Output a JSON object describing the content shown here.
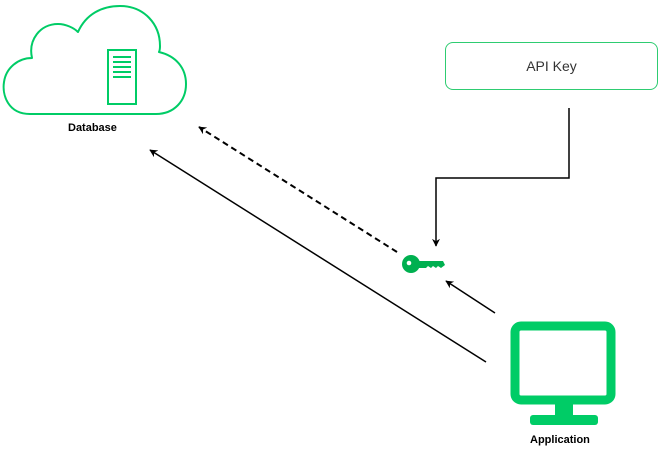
{
  "nodes": {
    "database": {
      "label": "Database",
      "icon": "cloud-server-icon"
    },
    "api_key": {
      "label": "API Key"
    },
    "application": {
      "label": "Application",
      "icon": "monitor-icon"
    },
    "key": {
      "icon": "key-icon"
    }
  },
  "edges": [
    {
      "from": "application",
      "to": "database",
      "style": "solid"
    },
    {
      "from": "application",
      "to": "key",
      "style": "solid"
    },
    {
      "from": "api_key",
      "to": "key",
      "style": "solid"
    },
    {
      "from": "key",
      "to": "database",
      "style": "dashed"
    }
  ],
  "colors": {
    "accent": "#00cc66",
    "box_border": "#2ecc71",
    "line": "#000000"
  }
}
